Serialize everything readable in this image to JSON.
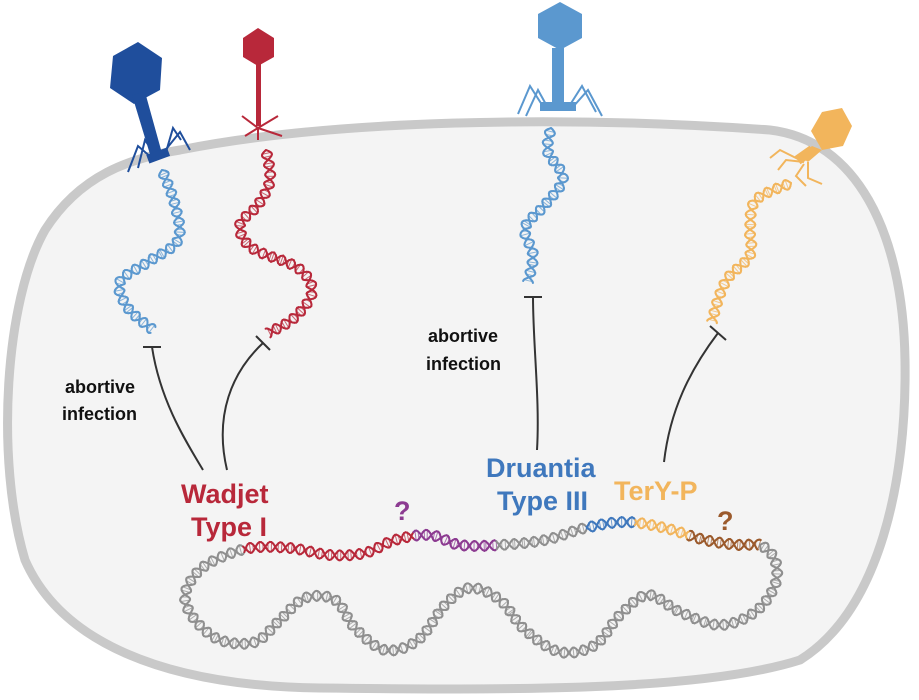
{
  "colors": {
    "cell_fill": "#f4f4f4",
    "cell_border": "#c9c9c9",
    "wadjet": "#b8283a",
    "phage_dark_blue": "#1f4e9c",
    "druantia": "#3f78bd",
    "phage_light_blue": "#5b98cf",
    "tery": "#f2b55c",
    "question_purple": "#8c3b91",
    "question_brown": "#9b5a2c",
    "chromosome": "#8f8f8f",
    "inhibition_line": "#333333"
  },
  "labels": {
    "abortive_left_1": "abortive",
    "abortive_left_2": "infection",
    "abortive_mid_1": "abortive",
    "abortive_mid_2": "infection",
    "wadjet_1": "Wadjet",
    "wadjet_2": "Type I",
    "druantia_1": "Druantia",
    "druantia_2": "Type III",
    "tery": "TerY-P",
    "q1": "?",
    "q2": "?"
  },
  "icons": {
    "phage_1": "phage-icon",
    "phage_2": "phage-icon",
    "phage_3": "phage-icon",
    "phage_4": "phage-icon",
    "dna": "dna-helix-icon",
    "inhibition": "inhibition-arrow-icon"
  }
}
